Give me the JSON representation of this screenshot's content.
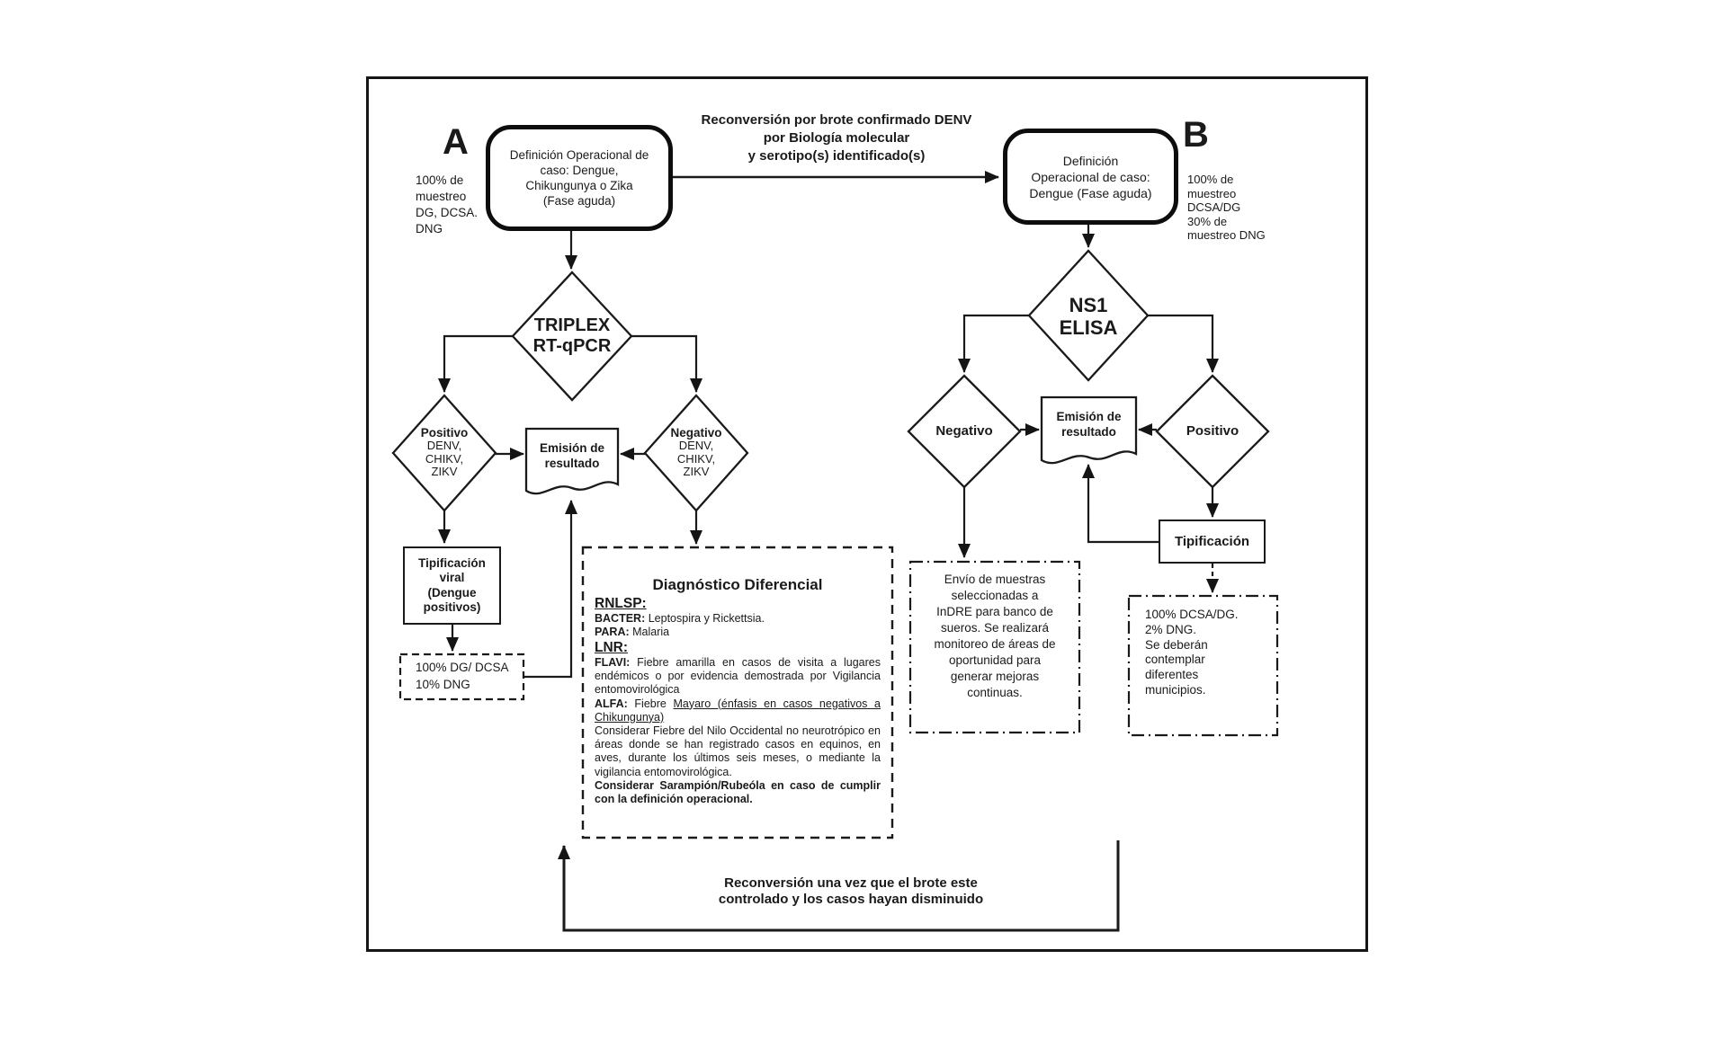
{
  "notes": {
    "top_note": "Reconversión por brote confirmado DENV\npor Biología molecular\ny serotipo(s) identificado(s)",
    "loop_note": "Reconversión una vez que el brote este\ncontrolado y los casos hayan disminuido"
  },
  "section_a": {
    "label": "A",
    "definition_box": "Definición Operacional de\ncaso: Dengue,\nChikungunya o Zika\n(Fase aguda)",
    "sampling_note": "100% de\nmuestreo\nDG, DCSA.\nDNG",
    "test_diamond": "TRIPLEX\nRT-qPCR",
    "positivo": {
      "label": "Positivo",
      "viruses": "DENV,\nCHIKV,\nZIKV"
    },
    "negativo": {
      "label": "Negativo",
      "viruses": "DENV,\nCHIKV,\nZIKV"
    },
    "emision": "Emisión de\nresultado",
    "tipificacion_viral": "Tipificación\nviral\n(Dengue\npositivos)",
    "sampling_box": "100% DG/ DCSA\n10% DNG"
  },
  "section_b": {
    "label": "B",
    "definition_box": "Definición\nOperacional de caso:\nDengue (Fase aguda)",
    "sampling_note": "100% de\nmuestreo\nDCSA/DG\n30% de\nmuestreo DNG",
    "test_diamond": "NS1\nELISA",
    "negativo": "Negativo",
    "positivo": "Positivo",
    "emision": "Emisión de\nresultado",
    "tipificacion": "Tipificación",
    "envio_box": "Envío de muestras\nseleccionadas a\nInDRE para banco de\nsueros. Se realizará\nmonitoreo de áreas de\noportunidad para\ngenerar mejoras\ncontinuas.",
    "sampling_box": "100% DCSA/DG.\n2% DNG.\nSe deberán\ncontemplar\ndiferentes\nmunicipios."
  },
  "diagnostico": {
    "title": "Diagnóstico Diferencial",
    "rnlsp_label": "RNLSP:",
    "bacter_label": "BACTER:",
    "bacter_text": " Leptospira y Rickettsia.",
    "para_label": "PARA:",
    "para_text": " Malaria",
    "lnr_label": "LNR:",
    "flavi_label": "FLAVI:",
    "flavi_text": " Fiebre amarilla en casos de visita a lugares endémicos o por evidencia demostrada por Vigilancia entomovirológica",
    "alfa_label": "ALFA:",
    "alfa_pre": " Fiebre ",
    "alfa_underlined": "Mayaro (énfasis en casos negativos a Chikungunya)",
    "considerar_1": "Considerar Fiebre del Nilo Occidental no neurotrópico en áreas donde se han registrado casos en equinos, en aves, durante los últimos seis meses, o mediante la vigilancia entomovirológica.",
    "considerar_2": "Considerar Sarampión/Rubeóla en caso de cumplir con la definición operacional."
  }
}
